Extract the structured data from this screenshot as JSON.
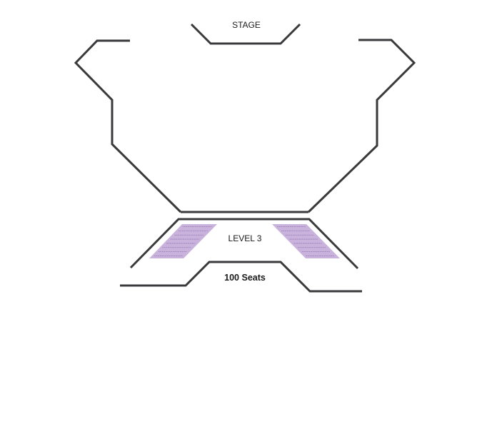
{
  "stage": {
    "label": "STAGE"
  },
  "level": {
    "label": "LEVEL 3"
  },
  "capacity": {
    "label": "100 Seats"
  },
  "colors": {
    "walls": "#3a3a3c",
    "seat_section_fill": "#c9b3dd",
    "seat_row_lines": "#8e70ad"
  }
}
